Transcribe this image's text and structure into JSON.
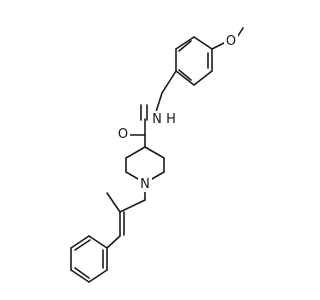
{
  "molecule": {
    "atoms": [
      {
        "id": "o_methoxy",
        "label": "O"
      },
      {
        "id": "o_carbonyl",
        "label": "O"
      },
      {
        "id": "n_amide",
        "label": "N"
      },
      {
        "id": "h_amide",
        "label": "H"
      },
      {
        "id": "n_piperidine",
        "label": "N"
      }
    ]
  }
}
